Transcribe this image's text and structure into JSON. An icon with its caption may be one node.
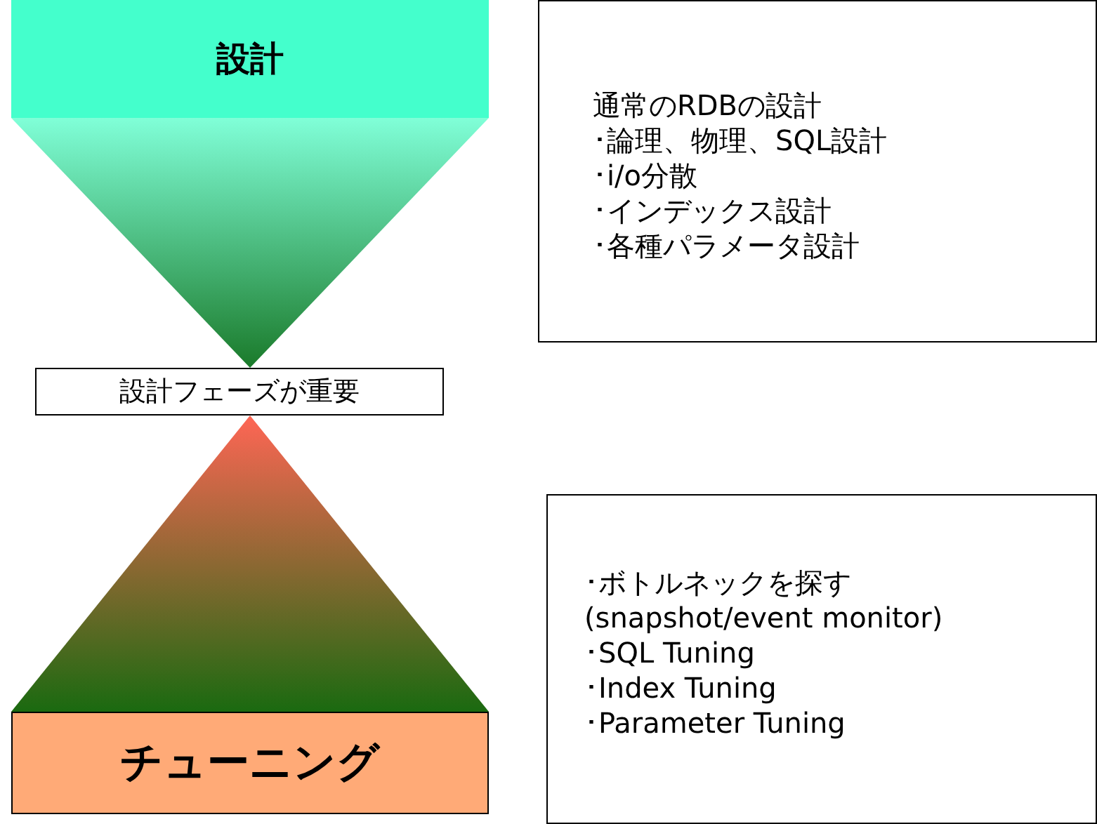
{
  "diagram": {
    "nodes": [
      {
        "text": [
          "設計"
        ]
      },
      {
        "text": [],
        "shape": "triangle"
      },
      {
        "text": [
          "設計フェーズが重要"
        ]
      },
      {
        "text": [],
        "shape": "triangle"
      },
      {
        "text": [
          "チューニング"
        ]
      },
      {
        "text": [
          "通常のRDBの設計",
          "･論理、物理、SQL設計",
          "･i/o分散",
          "･インデックス設計",
          "･各種パラメータ設計"
        ]
      },
      {
        "text": [
          "･ボトルネックを探す",
          "(snapshot/event monitor)",
          "･SQL Tuning",
          "･Index Tuning",
          "･Parameter Tuning"
        ]
      }
    ]
  }
}
